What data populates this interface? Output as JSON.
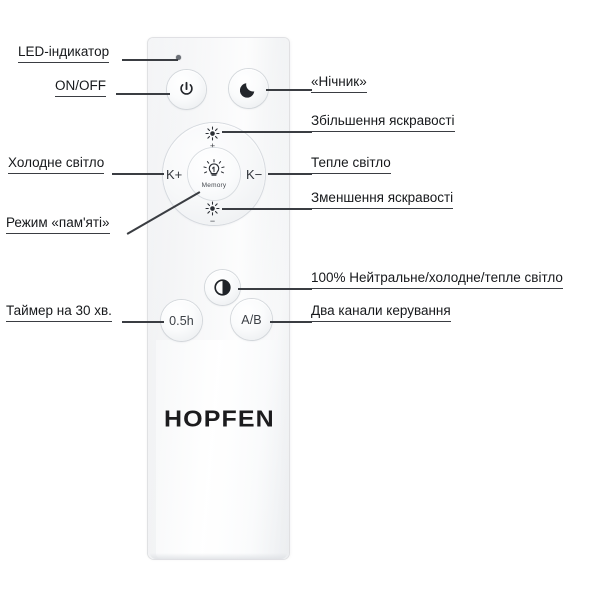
{
  "product": {
    "brand": "HOPFEN",
    "device": "remote-control"
  },
  "buttons": {
    "power": {
      "icon": "power-icon",
      "label": ""
    },
    "night": {
      "icon": "moon-icon",
      "label": ""
    },
    "brightness_up": {
      "icon": "sun-icon",
      "sign": "+"
    },
    "brightness_down": {
      "icon": "sun-icon",
      "sign": "−"
    },
    "k_plus": "K+",
    "k_minus": "K−",
    "memory": {
      "icon": "lightbulb-icon",
      "label": "Memory"
    },
    "contrast": {
      "icon": "half-circle-icon",
      "label": ""
    },
    "timer": "0.5h",
    "channel": "A/B"
  },
  "callouts": {
    "left": [
      {
        "id": "led-indicator",
        "text": "LED-індикатор"
      },
      {
        "id": "on-off",
        "text": "ON/OFF"
      },
      {
        "id": "cold-light",
        "text": "Холодне світло"
      },
      {
        "id": "memory-mode",
        "text": "Режим «пам'яті»"
      },
      {
        "id": "timer-30",
        "text": "Таймер на 30 хв."
      }
    ],
    "right": [
      {
        "id": "night-light",
        "text": "«Нічник»"
      },
      {
        "id": "brightness-increase",
        "text": "Збільшення яскравості"
      },
      {
        "id": "warm-light",
        "text": "Тепле світло"
      },
      {
        "id": "brightness-decrease",
        "text": "Зменшення яскравості"
      },
      {
        "id": "full-white",
        "text": "100% Нейтральне/холодне/тепле світло"
      },
      {
        "id": "two-channels",
        "text": "Два канали керування"
      }
    ]
  },
  "colors": {
    "background": "#ffffff",
    "body": "#f2f3f5",
    "text": "#16181b",
    "leader": "#3a3d42",
    "logo": "#1c1c1e"
  }
}
